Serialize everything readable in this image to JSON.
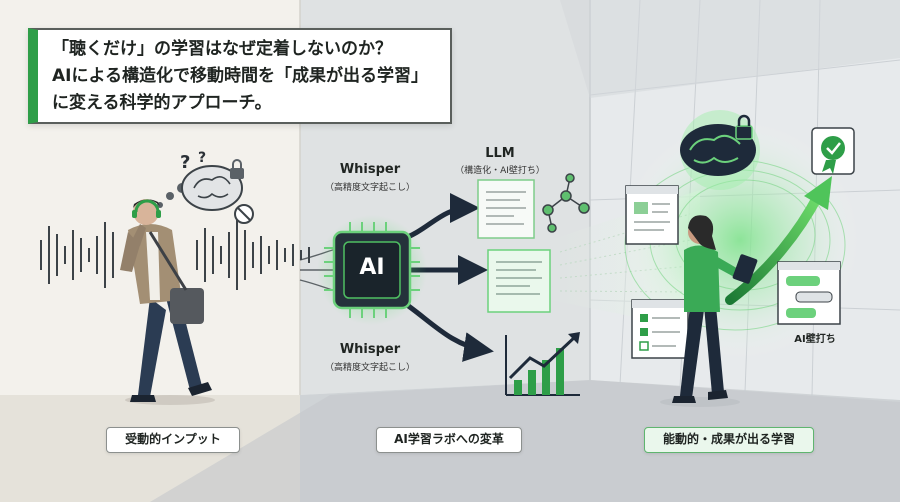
{
  "headline": {
    "line1": "「聴くだけ」の学習はなぜ定着しないのか？",
    "line2": "AIによる構造化で移動時間を「成果が出る学習」",
    "line3": "に変える科学的アプローチ。"
  },
  "chip": {
    "text": "AI"
  },
  "labels": {
    "whisper_top": "Whisper",
    "whisper_top_sub": "（高精度文字起こし）",
    "llm": "LLM",
    "llm_sub": "（構造化・AI壁打ち）",
    "whisper_bottom": "Whisper",
    "whisper_bottom_sub": "（高精度文字起こし）",
    "ai_chat": "AI壁打ち"
  },
  "bottom_labels": {
    "passive": "受動的インプット",
    "lab": "AI学習ラボへの変革",
    "active": "能動的・成果が出る学習"
  },
  "colors": {
    "accent_green": "#2e9e48",
    "glow_green": "#7de38a",
    "dark_navy": "#1e2a3a",
    "chip_body": "#25323b"
  },
  "icons": [
    "headphones-icon",
    "question-mark-icon",
    "brain-icon",
    "lock-icon",
    "prohibited-icon",
    "ai-chip-icon",
    "document-icon",
    "network-nodes-icon",
    "growth-chart-icon",
    "checklist-icon",
    "chat-bubble-icon",
    "badge-check-icon",
    "tablet-icon"
  ]
}
